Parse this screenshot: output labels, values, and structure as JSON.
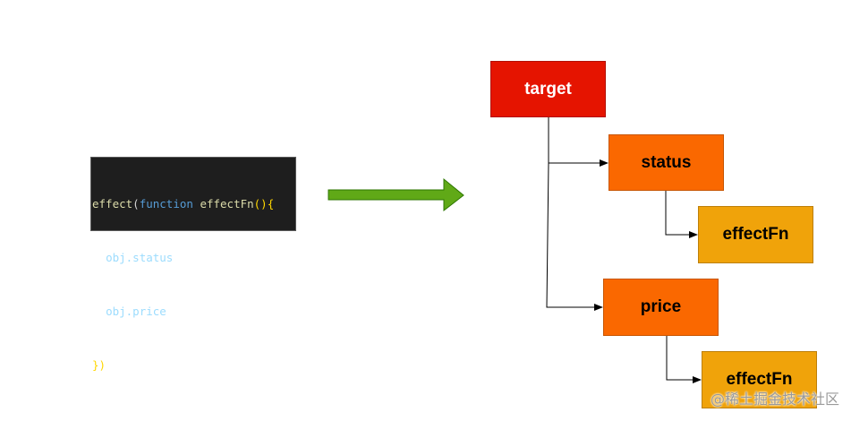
{
  "code": {
    "line1": {
      "fn": "effect",
      "open": "(",
      "kw": "function",
      "name": "effectFn",
      "sig": "(){"
    },
    "line2": {
      "indent": "  ",
      "text": "obj.status"
    },
    "line3": {
      "indent": "  ",
      "text": "obj.price"
    },
    "line4": {
      "text": "})"
    }
  },
  "diagram": {
    "root": {
      "label": "target"
    },
    "children": [
      {
        "label": "status",
        "child": {
          "label": "effectFn"
        }
      },
      {
        "label": "price",
        "child": {
          "label": "effectFn"
        }
      }
    ]
  },
  "colors": {
    "target": "#e51400",
    "key": "#fa6800",
    "effect": "#f0a30a",
    "arrow": "#60a917"
  },
  "watermark": "@稀土掘金技术社区"
}
